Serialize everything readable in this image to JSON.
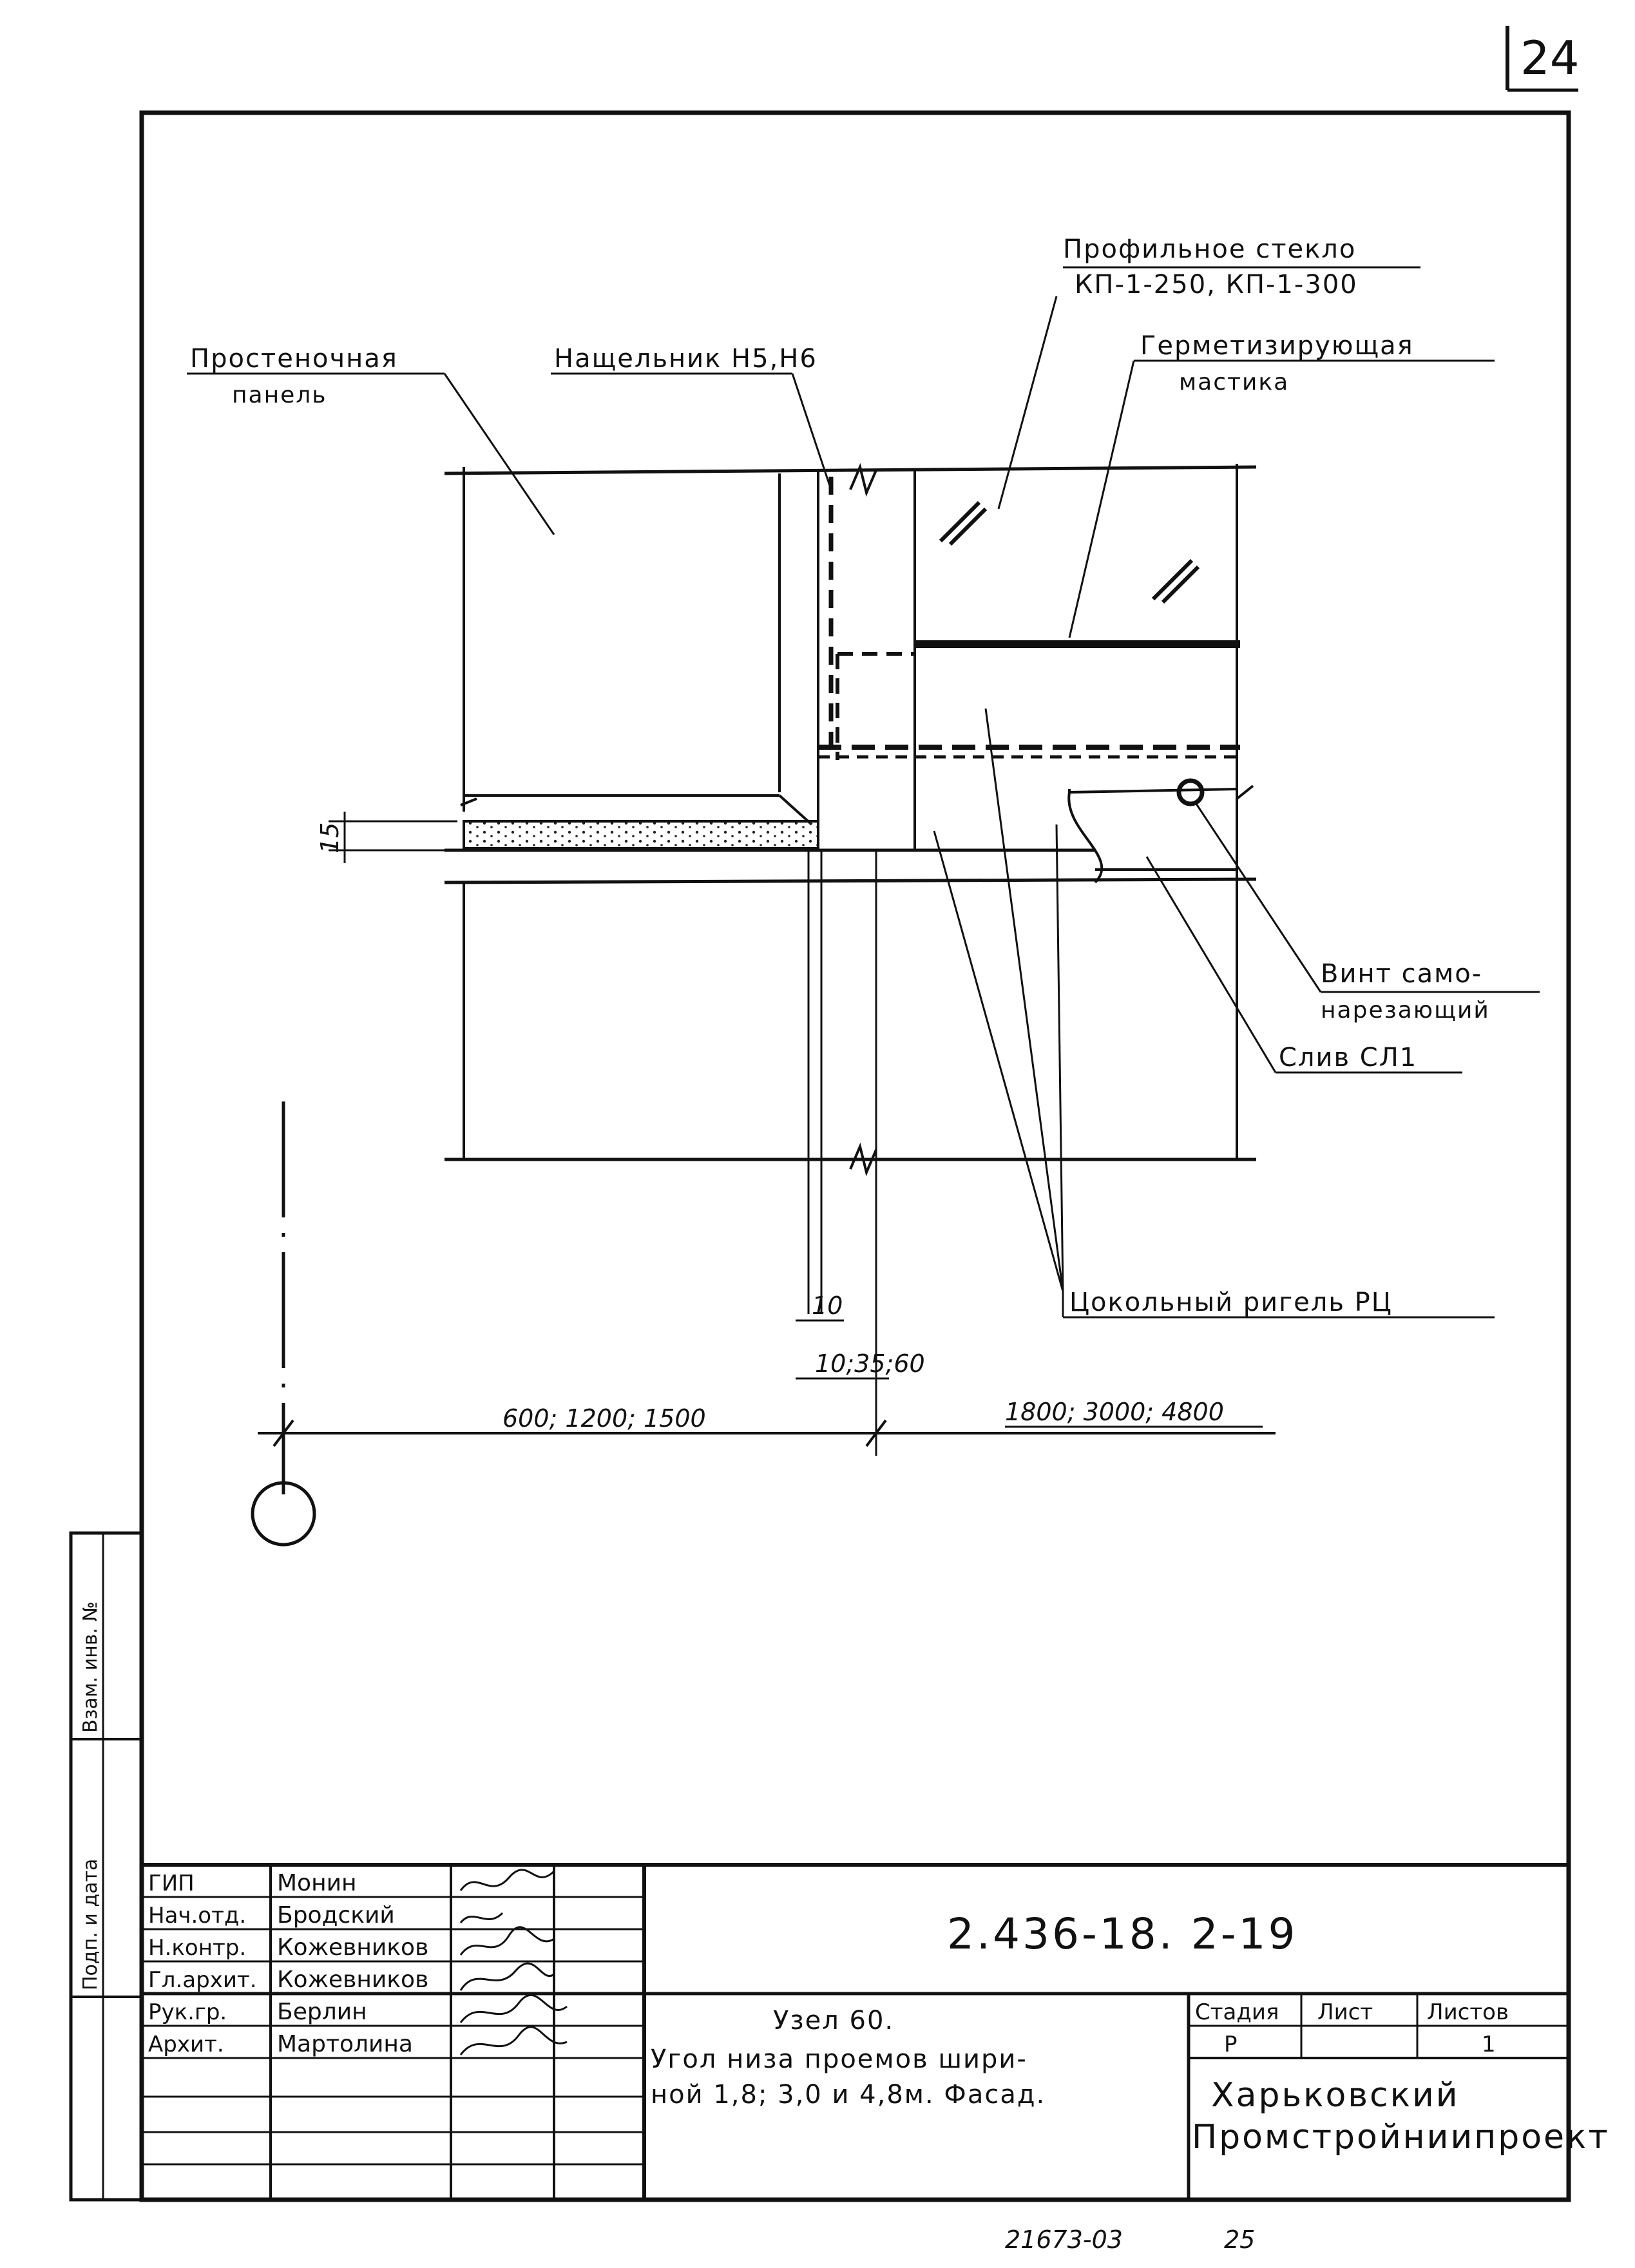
{
  "page": {
    "sheet_number": "24",
    "footer_number": "21673-03",
    "footer_page": "25"
  },
  "labels": {
    "profile_glass": "Профильное стекло",
    "profile_glass_types": "КП-1-250, КП-1-300",
    "sealing": "Герметизирующая",
    "sealing2": "мастика",
    "wall_panel": "Простеночная",
    "wall_panel2": "панель",
    "cover_strip": "Нащельник Н5,Н6",
    "screw": "Винт само-",
    "screw2": "нарезающий",
    "drain": "Слив СЛ1",
    "plinth": "Цокольный ригель РЦ"
  },
  "dimensions": {
    "d15": "15",
    "d10": "10",
    "d10_35_60": "10;35;60",
    "left_widths": "600; 1200; 1500",
    "right_widths": "1800; 3000; 4800"
  },
  "side_stamp": {
    "label": "Взам. инв. №",
    "label2": "Подп. и дата"
  },
  "title_block": {
    "roles": [
      "ГИП",
      "Нач.отд.",
      "Н.контр.",
      "Гл.архит.",
      "Рук.гр.",
      "Архит."
    ],
    "names": [
      "Монин",
      "Бродский",
      "Кожевников",
      "Кожевников",
      "Берлин",
      "Мартолина"
    ],
    "doc_code": "2.436-18. 2-19",
    "title_line1": "Узел 60.",
    "title_line2": "Угол низа проемов шири-",
    "title_line3": "ной 1,8; 3,0 и 4,8м. Фасад.",
    "stage_header": "Стадия",
    "sheet_header": "Лист",
    "sheets_header": "Листов",
    "stage_value": "Р",
    "sheet_value": "",
    "sheets_value": "1",
    "org_line1": "Харьковский",
    "org_line2": "Промстройниипроект"
  }
}
